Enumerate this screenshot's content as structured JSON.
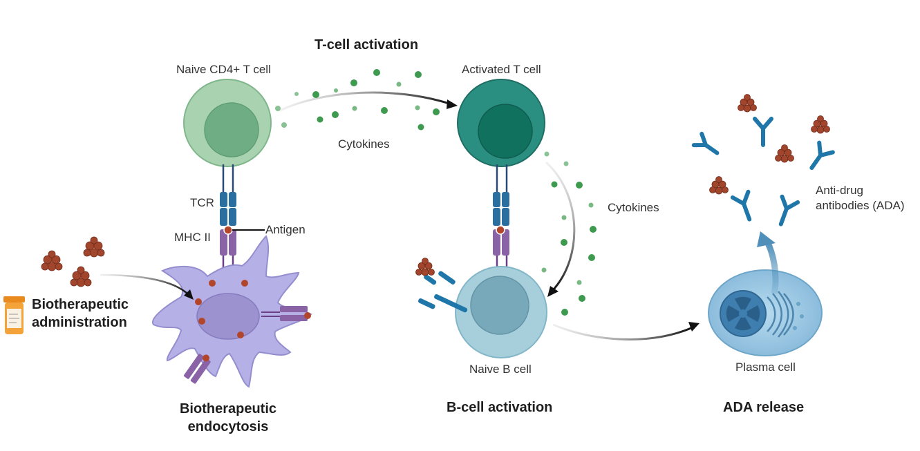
{
  "titles": {
    "t_cell_activation": "T-cell activation",
    "b_cell_activation": "B-cell activation",
    "ada_release": "ADA release",
    "endocytosis_line1": "Biotherapeutic",
    "endocytosis_line2": "endocytosis",
    "administration_line1": "Biotherapeutic",
    "administration_line2": "administration"
  },
  "labels": {
    "naive_t_cell": "Naive CD4+ T cell",
    "activated_t_cell": "Activated T cell",
    "cytokines_1": "Cytokines",
    "cytokines_2": "Cytokines",
    "tcr": "TCR",
    "mhc_ii": "MHC II",
    "antigen": "Antigen",
    "naive_b_cell": "Naive B cell",
    "plasma_cell": "Plasma cell",
    "ada_line1": "Anti-drug",
    "ada_line2": "antibodies (ADA)"
  },
  "colors": {
    "naive_t_cell": "#a9d2b0",
    "activated_t_cell": "#2a8f80",
    "dendritic_cell": "#b5b0e6",
    "b_cell": "#a6cfdb",
    "plasma_cell": "#8fbfdc",
    "receptor": "#2a6f9f",
    "mhc": "#8a63a6",
    "antigen": "#b2462a",
    "cytokine": "#3e9a4e",
    "antibody": "#1f76a8",
    "pill_bottle": "#f19a2b"
  }
}
